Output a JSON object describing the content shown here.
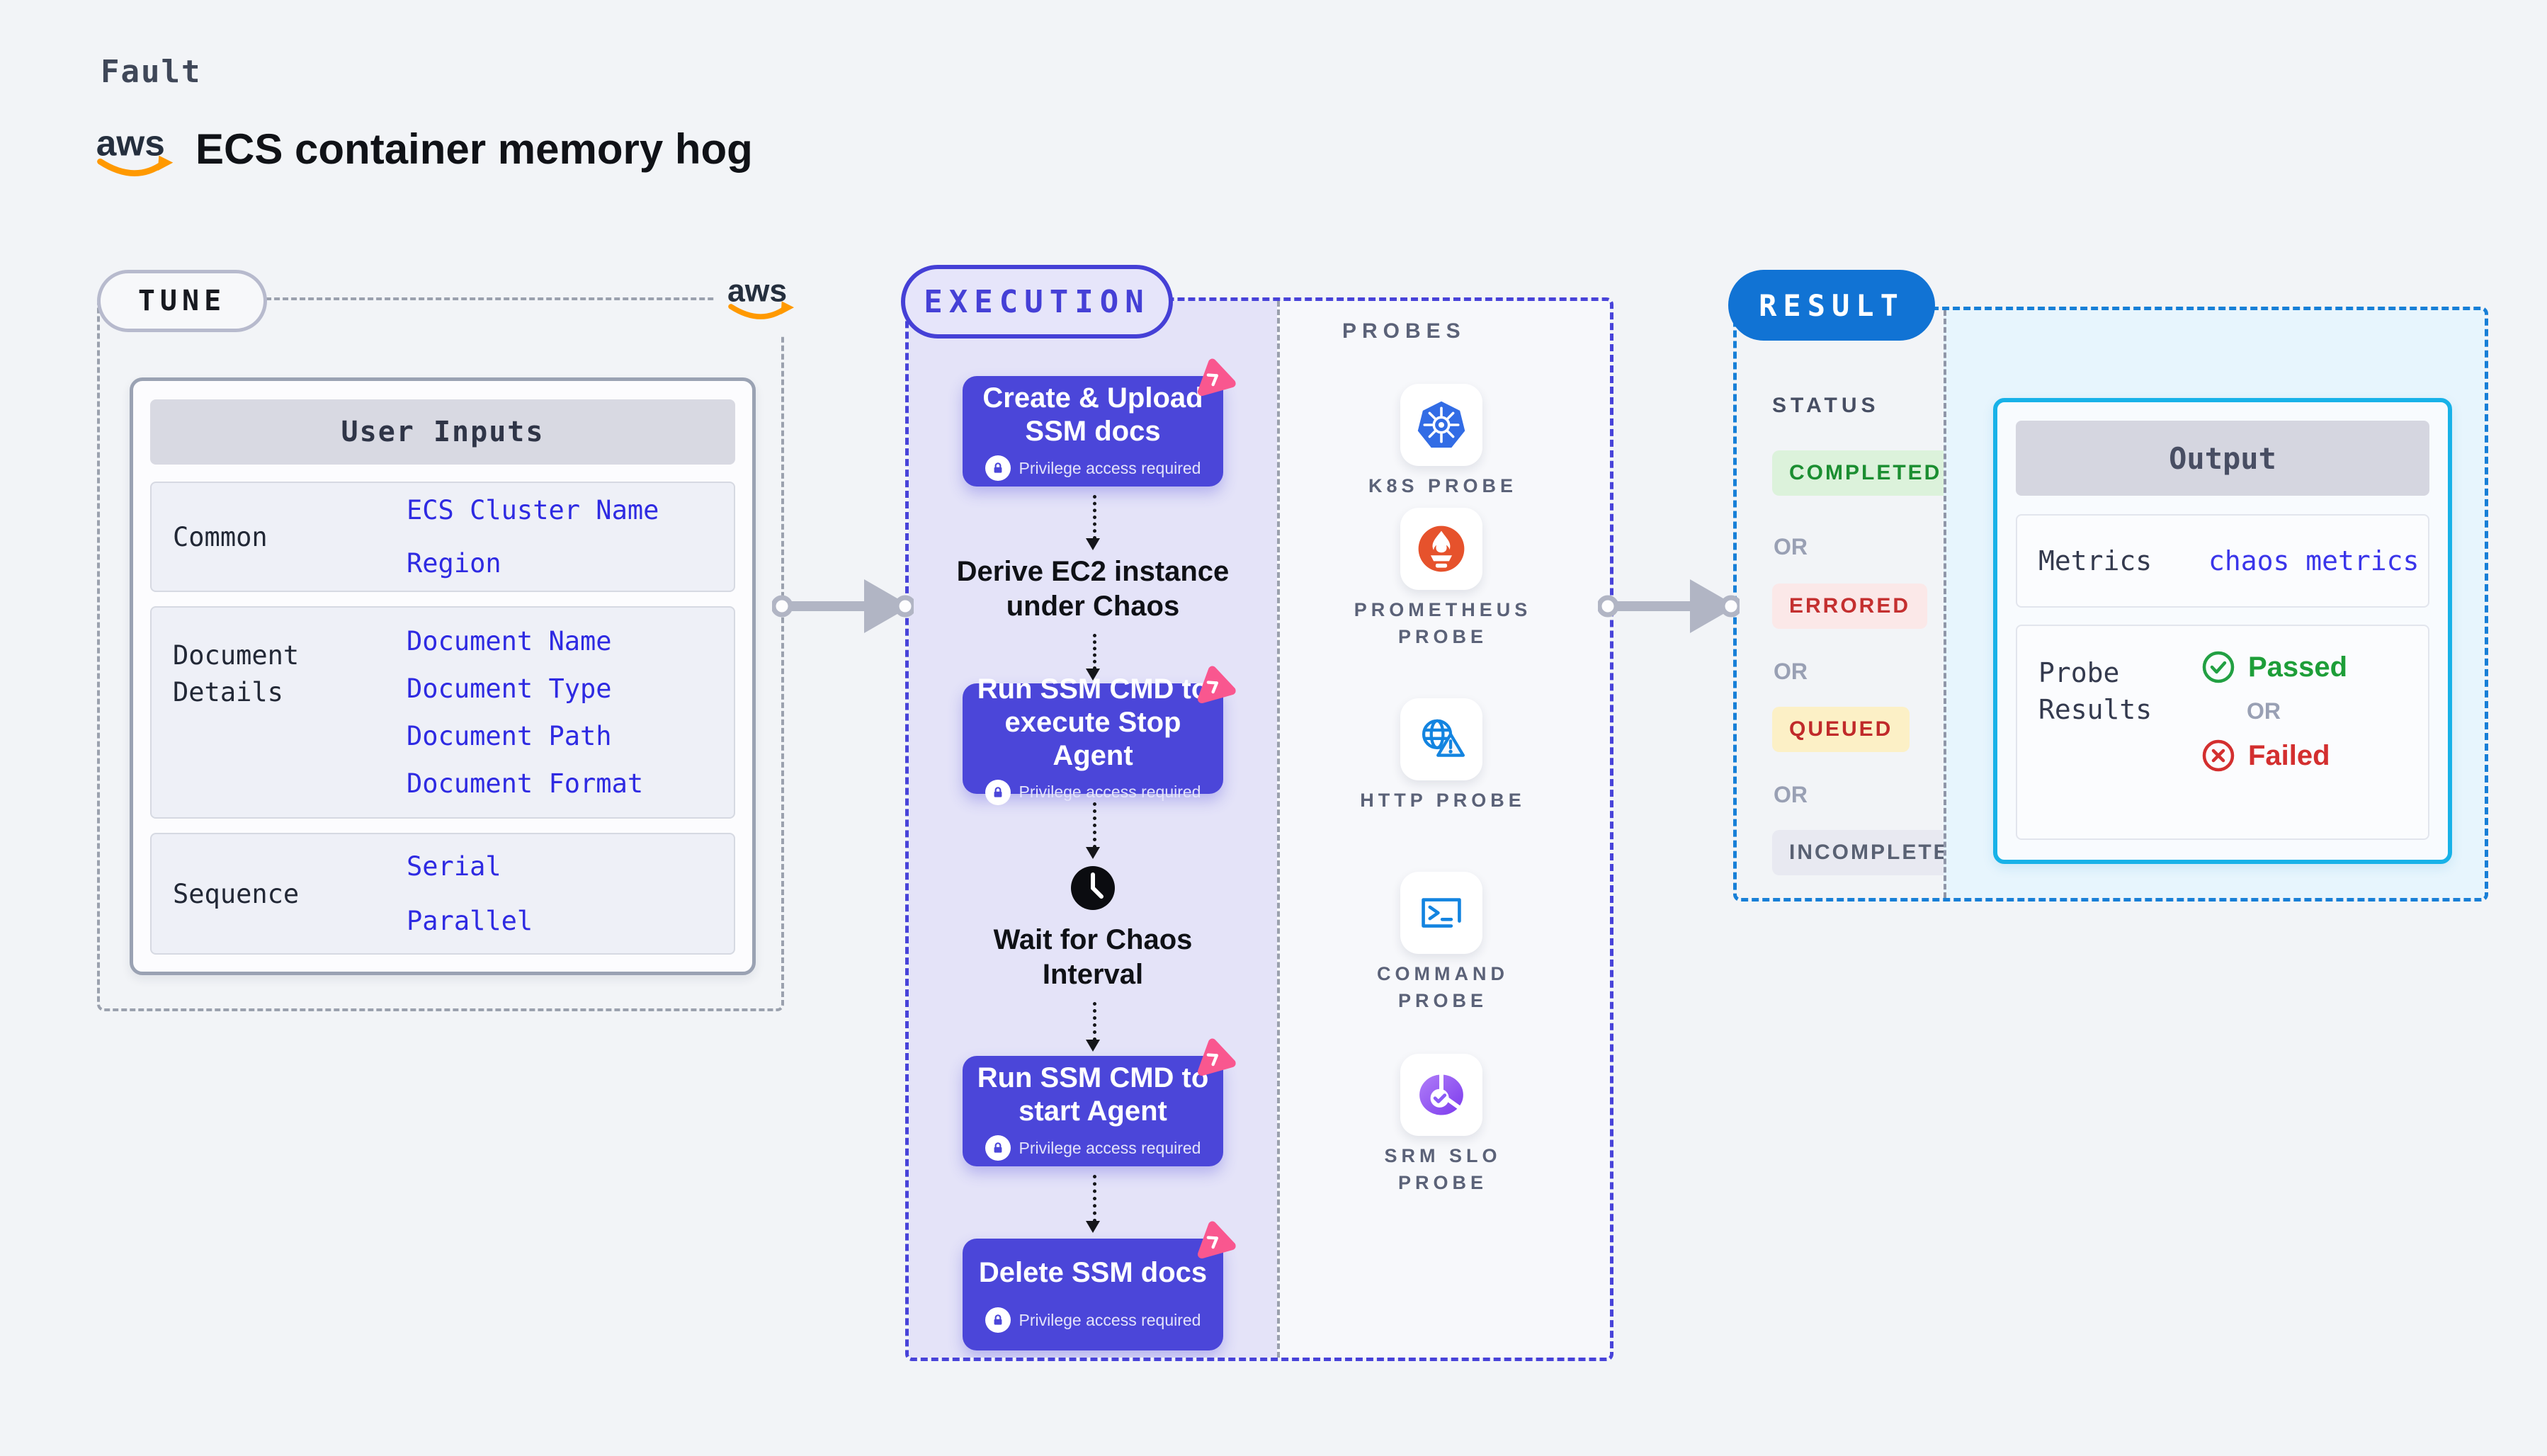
{
  "page": {
    "kicker": "Fault",
    "title": "ECS container memory hog"
  },
  "logos": {
    "aws_text": "aws"
  },
  "tune": {
    "badge": "TUNE",
    "table": {
      "header": "User Inputs",
      "groups": [
        {
          "label": "Common",
          "values": [
            "ECS Cluster Name",
            "Region"
          ]
        },
        {
          "label": "Document Details",
          "values": [
            "Document Name",
            "Document Type",
            "Document Path",
            "Document Format"
          ]
        },
        {
          "label": "Sequence",
          "values": [
            "Serial",
            "Parallel"
          ]
        }
      ]
    }
  },
  "execution": {
    "badge": "EXECUTION",
    "privilege_note": "Privilege access required",
    "steps": [
      {
        "type": "action",
        "lines": [
          "Create & Upload",
          "SSM docs"
        ]
      },
      {
        "type": "text",
        "lines": [
          "Derive EC2 instance",
          "under Chaos"
        ]
      },
      {
        "type": "action",
        "lines": [
          "Run SSM CMD to",
          "execute Stop Agent"
        ]
      },
      {
        "type": "wait",
        "lines": [
          "Wait for Chaos",
          "Interval"
        ]
      },
      {
        "type": "action",
        "lines": [
          "Run SSM CMD to",
          "start Agent"
        ]
      },
      {
        "type": "action",
        "lines": [
          "Delete SSM docs"
        ]
      }
    ]
  },
  "probes": {
    "label": "PROBES",
    "items": [
      {
        "icon": "kubernetes-icon",
        "label": "K8S PROBE"
      },
      {
        "icon": "prometheus-icon",
        "label": "PROMETHEUS PROBE"
      },
      {
        "icon": "http-icon",
        "label": "HTTP PROBE"
      },
      {
        "icon": "command-icon",
        "label": "COMMAND PROBE"
      },
      {
        "icon": "srm-slo-icon",
        "label": "SRM SLO PROBE"
      }
    ]
  },
  "result": {
    "badge": "RESULT",
    "status_label": "STATUS",
    "or_label": "OR",
    "statuses": [
      {
        "label": "COMPLETED",
        "bg": "#dcf2db",
        "color": "#1b8e31"
      },
      {
        "label": "ERRORED",
        "bg": "#fbe8e8",
        "color": "#c43030"
      },
      {
        "label": "QUEUED",
        "bg": "#fcf0c6",
        "color": "#c02a2a"
      },
      {
        "label": "INCOMPLETED",
        "bg": "#e8e9f1",
        "color": "#596173"
      }
    ],
    "output": {
      "header": "Output",
      "metrics_label": "Metrics",
      "metrics_value": "chaos metrics",
      "probe_label": "Probe Results",
      "passed": "Passed",
      "failed": "Failed"
    }
  },
  "colors": {
    "page_bg": "#f2f4f7",
    "step_indigo": "#4b46d9",
    "execution_dash": "#4843d9",
    "lavender_panel": "#e4e3f8",
    "tune_dash": "#9ba1ae",
    "result_dash": "#177fd7",
    "result_pill_blue": "#1173d4",
    "output_border_cyan": "#18b2e8",
    "result_panel_bg": "#e7f5fd",
    "litmus_pink": "#f9578f",
    "aws_orange": "#ff9900",
    "value_blue": "#2e2ae2",
    "passed_green": "#1d9e38",
    "failed_red": "#d32f2f",
    "arrow_gray": "#b1b5c4"
  }
}
